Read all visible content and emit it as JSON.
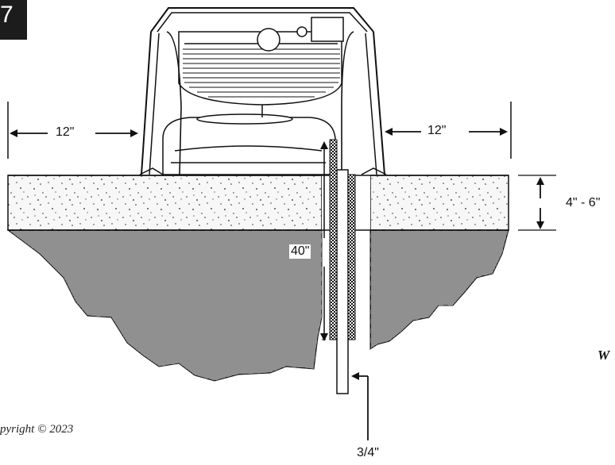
{
  "step_badge": {
    "number": "7"
  },
  "dimensions": {
    "left_clearance": "12\"",
    "right_clearance": "12\"",
    "slab_thickness": "4\" - 6\"",
    "rod_depth": "40\"",
    "pipe_diameter": "3/4\""
  },
  "copyright": "pyright © 2023",
  "cut_text": "W",
  "colors": {
    "badge_background": "#1c1c1c",
    "line": "#111111",
    "soil": "#4a4a4a",
    "slab": "#f4f4f4"
  }
}
